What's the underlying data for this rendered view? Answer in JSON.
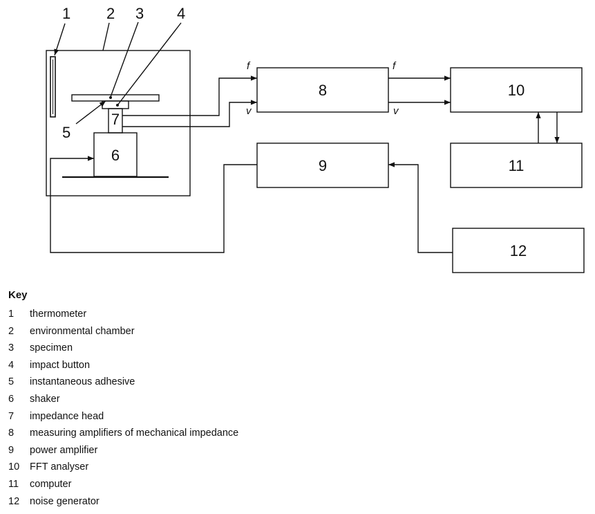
{
  "components": [
    {
      "id": "1",
      "number": "1"
    },
    {
      "id": "2",
      "number": "2"
    },
    {
      "id": "3",
      "number": "3"
    },
    {
      "id": "4",
      "number": "4"
    },
    {
      "id": "5",
      "number": "5"
    },
    {
      "id": "6",
      "number": "6"
    },
    {
      "id": "7",
      "number": "7"
    },
    {
      "id": "8",
      "number": "8"
    },
    {
      "id": "9",
      "number": "9"
    },
    {
      "id": "10",
      "number": "10"
    },
    {
      "id": "11",
      "number": "11"
    },
    {
      "id": "12",
      "number": "12"
    }
  ],
  "signals": {
    "force": "f",
    "velocity": "v"
  },
  "connections": [
    {
      "from": "7",
      "to": "8",
      "signal": "f"
    },
    {
      "from": "7",
      "to": "8",
      "signal": "v"
    },
    {
      "from": "8",
      "to": "10",
      "signal": "f"
    },
    {
      "from": "8",
      "to": "10",
      "signal": "v"
    },
    {
      "from": "10",
      "to": "11"
    },
    {
      "from": "11",
      "to": "10"
    },
    {
      "from": "12",
      "to": "9"
    },
    {
      "from": "9",
      "to": "6"
    }
  ],
  "key": {
    "title": "Key",
    "items": [
      {
        "num": "1",
        "label": "thermometer"
      },
      {
        "num": "2",
        "label": "environmental chamber"
      },
      {
        "num": "3",
        "label": "specimen"
      },
      {
        "num": "4",
        "label": "impact button"
      },
      {
        "num": "5",
        "label": "instantaneous adhesive"
      },
      {
        "num": "6",
        "label": "shaker"
      },
      {
        "num": "7",
        "label": "impedance head"
      },
      {
        "num": "8",
        "label": "measuring amplifiers of mechanical impedance"
      },
      {
        "num": "9",
        "label": "power amplifier"
      },
      {
        "num": "10",
        "label": "FFT analyser"
      },
      {
        "num": "11",
        "label": "computer"
      },
      {
        "num": "12",
        "label": "noise generator"
      }
    ]
  }
}
